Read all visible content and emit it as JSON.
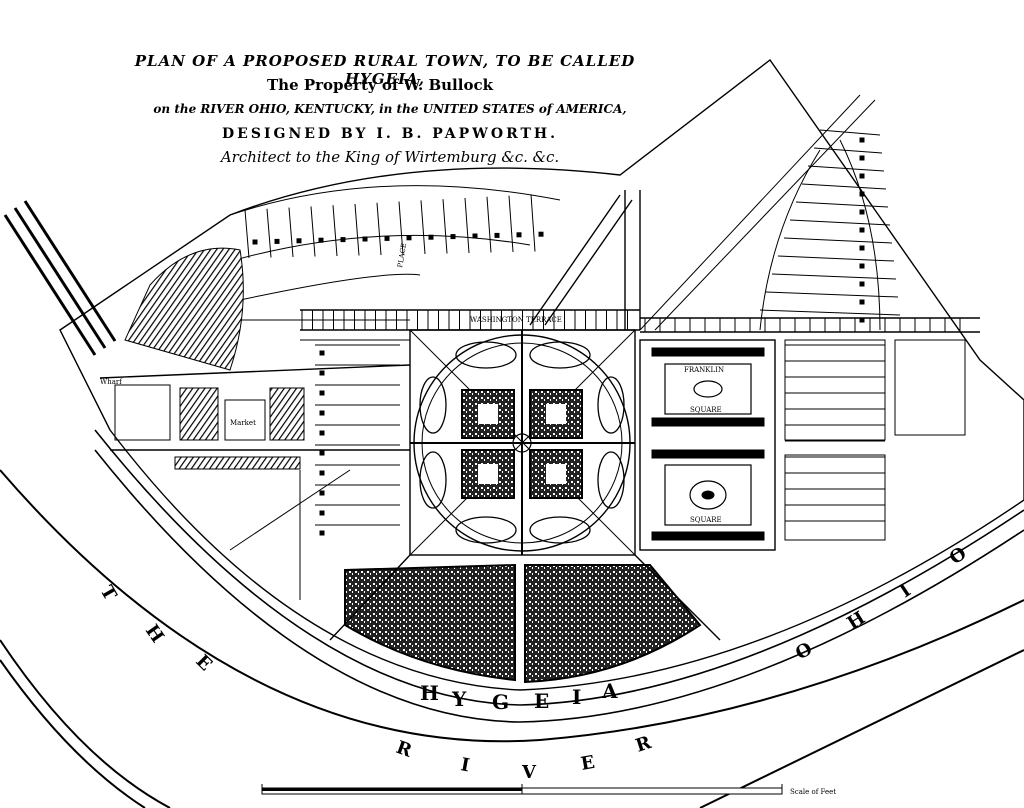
{
  "title": {
    "line1": "PLAN OF A PROPOSED RURAL TOWN, TO BE CALLED HYGEIA,",
    "line2": "The Property of W. Bullock",
    "line3": "on the RIVER OHIO, KENTUCKY, in the UNITED STATES of AMERICA,",
    "line4": "DESIGNED BY I. B. PAPWORTH.",
    "line5": "Architect to the King of Wirtemburg &c. &c."
  },
  "labels": {
    "town": [
      "H",
      "Y",
      "G",
      "E",
      "I",
      "A"
    ],
    "the": [
      "T",
      "H",
      "E"
    ],
    "river": [
      "R",
      "I",
      "V",
      "E",
      "R"
    ],
    "ohio": [
      "O",
      "H",
      "I",
      "O"
    ],
    "franklin": "FRANKLIN",
    "square": "SQUARE",
    "terrace": "WASHINGTON TERRACE",
    "place": "PLACE",
    "market": "Market",
    "wharf": "Wharf",
    "scale": "Scale of Feet"
  },
  "colors": {
    "ink": "#000000",
    "paper": "#ffffff"
  }
}
